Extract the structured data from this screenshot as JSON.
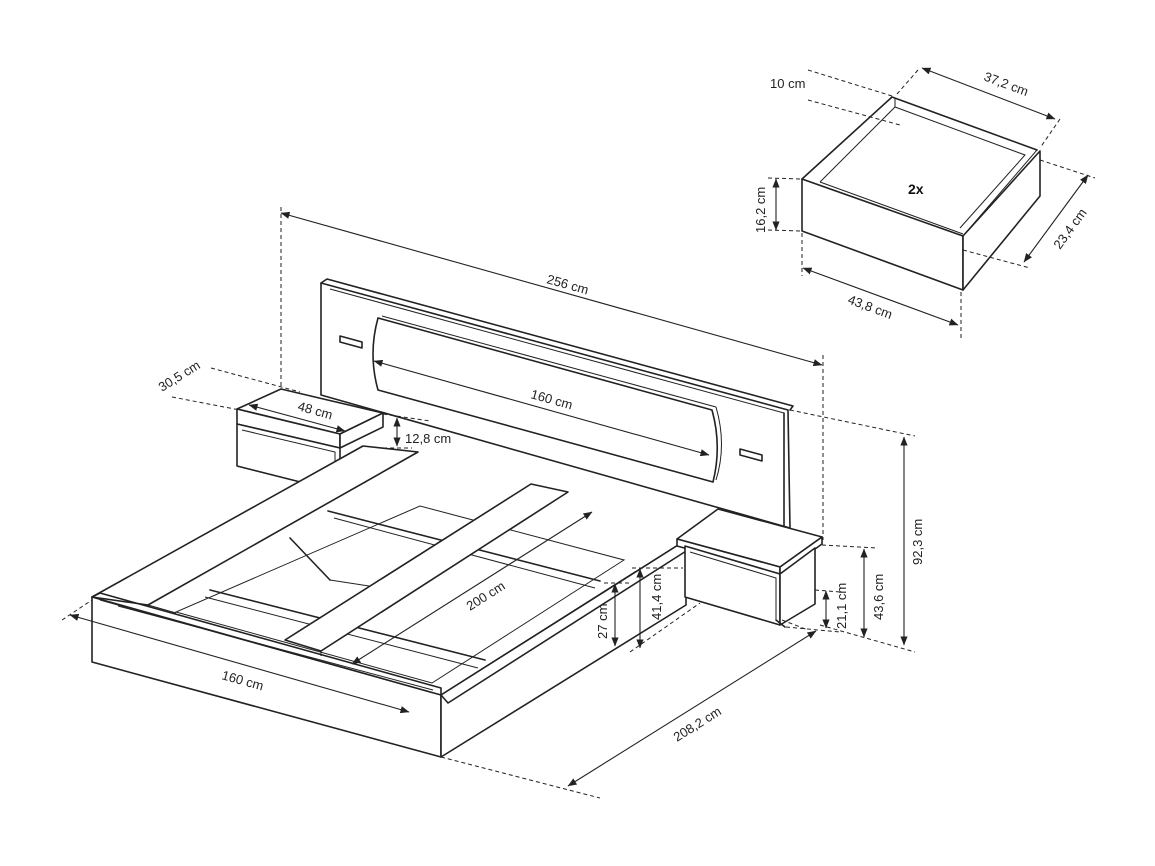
{
  "dimensions": {
    "total_width": "256 cm",
    "headboard_cushion_width": "160 cm",
    "frame_width": "160 cm",
    "slat_length": "200 cm",
    "total_length": "208,2 cm",
    "total_height": "92,3 cm",
    "nightstand_depth": "30,5 cm",
    "nightstand_width": "48 cm",
    "nightstand_drawer_height": "12,8 cm",
    "frame_height": "27 cm",
    "nightstand_top_height": "41,4 cm",
    "nightstand_total_height": "43,6 cm",
    "nightstand_floor_clearance": "21,1 cm"
  },
  "drawer": {
    "quantity": "2x",
    "depth_top": "10 cm",
    "width": "37,2 cm",
    "height": "16,2 cm",
    "depth": "23,4 cm",
    "front_width": "43,8 cm"
  }
}
